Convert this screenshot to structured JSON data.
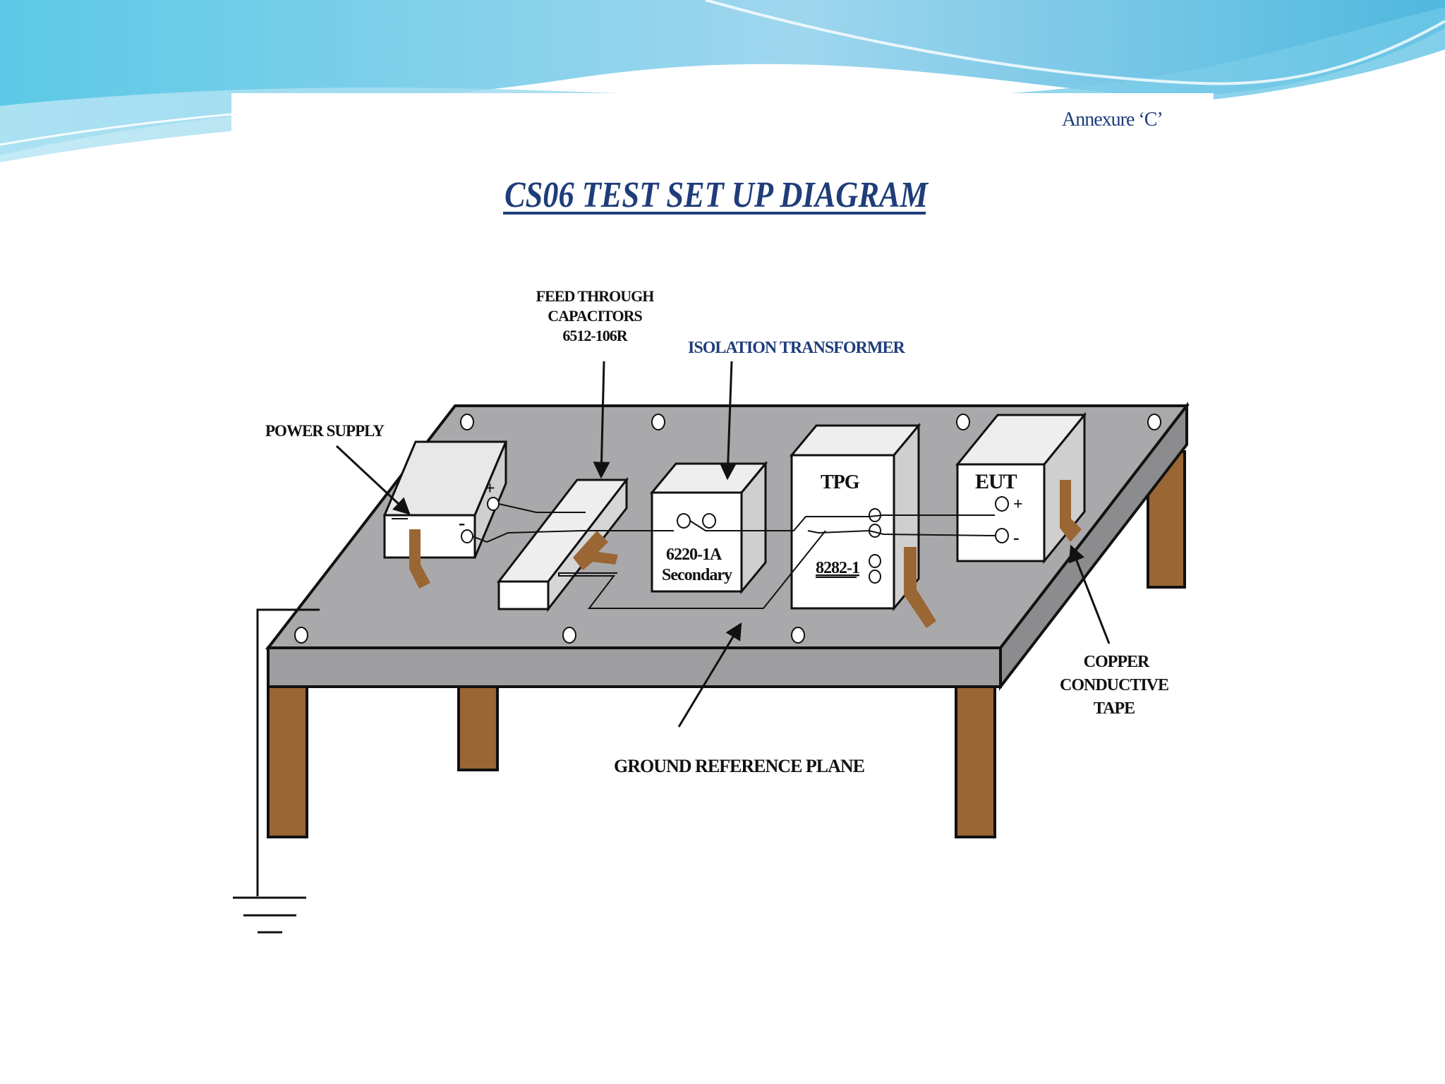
{
  "annexure": "Annexure ‘C’",
  "title": "CS06 TEST SET UP DIAGRAM",
  "labels": {
    "feed_through": [
      "FEED THROUGH",
      "CAPACITORS",
      "6512-106R"
    ],
    "isolation_transformer": "ISOLATION TRANSFORMER",
    "power_supply": "POWER SUPPLY",
    "tpg": "TPG",
    "tpg_model": "8282-1",
    "eut": "EUT",
    "transformer_model": "6220-1A",
    "transformer_secondary": "Secondary",
    "copper_tape": [
      "COPPER",
      "CONDUCTIVE",
      "TAPE"
    ],
    "ground_plane": "GROUND REFERENCE PLANE",
    "plus": "+",
    "minus": "-"
  },
  "colors": {
    "theme_blue": "#7fd0e8",
    "theme_deep": "#3aa7c9",
    "title_blue": "#1f3d7a",
    "plane_gray": "#a9a9ab",
    "plane_side": "#8c8c8e",
    "leg_brown": "#9a6633",
    "copper": "#9a6633"
  }
}
